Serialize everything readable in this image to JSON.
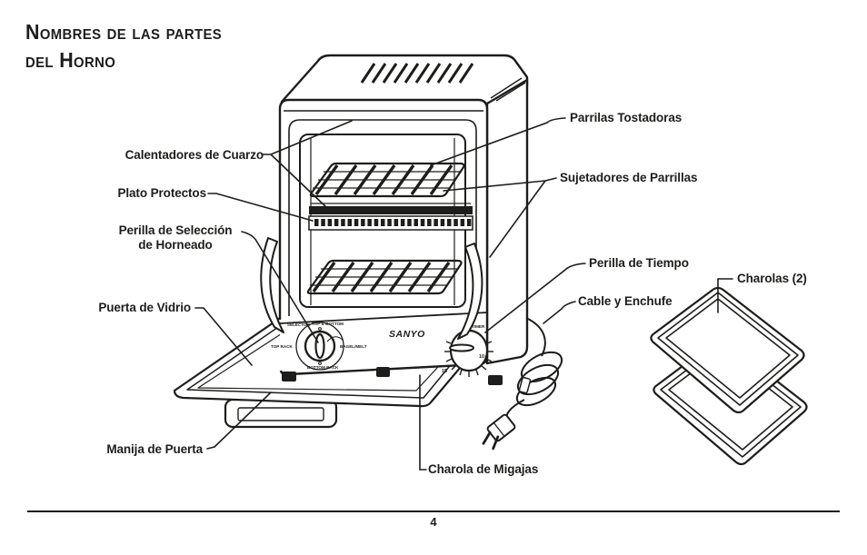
{
  "page": {
    "title_line1": "Nombres de las partes",
    "title_line2": "del Horno",
    "page_number": "4"
  },
  "labels": {
    "calentadores": "Calentadores de Cuarzo",
    "plato": "Plato Protectos",
    "perilla_seleccion_line1": "Perilla de Selección",
    "perilla_seleccion_line2": "de Horneado",
    "puerta": "Puerta de Vidrio",
    "manija": "Manija de Puerta",
    "parrilas": "Parrilas Tostadoras",
    "sujetadores": "Sujetadores de Parrillas",
    "perilla_tiempo": "Perilla de Tiempo",
    "cable": "Cable y Enchufe",
    "charolas": "Charolas (2)",
    "charola_migajas": "Charola de Migajas"
  },
  "oven": {
    "brand": "SANYO",
    "selector": {
      "name": "SELECTOR",
      "top": "TOP & BOTTOM",
      "left": "TOP RACK",
      "right": "BAGEL/MELT",
      "bottom": "BOTTOM RACK"
    },
    "timer": {
      "name": "TIMER",
      "tick_10": "10",
      "tick_15": "15"
    }
  },
  "colors": {
    "ink": "#1d1d1b",
    "paper": "#ffffff"
  }
}
